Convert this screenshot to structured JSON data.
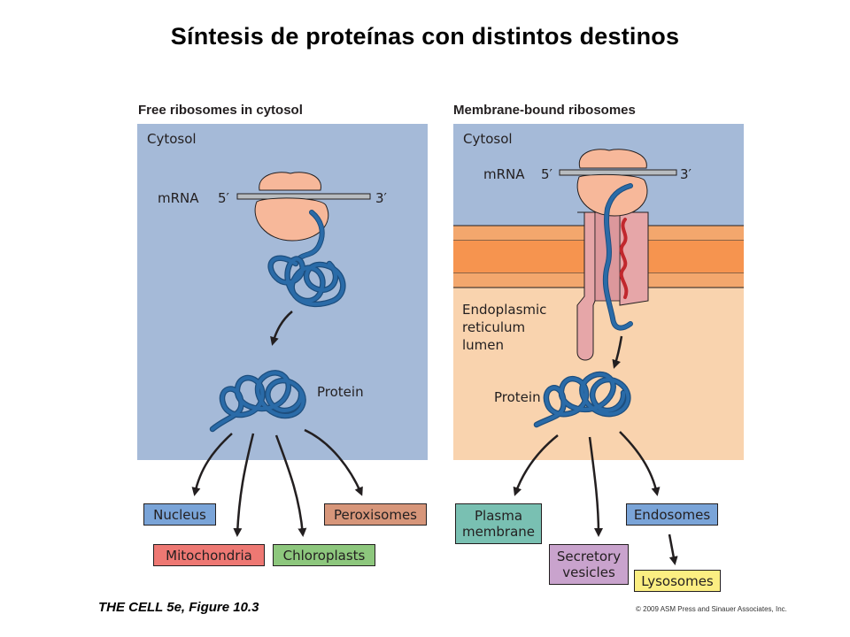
{
  "title": "Síntesis de proteínas con distintos destinos",
  "left_panel": {
    "heading": "Free ribosomes in cytosol",
    "region_label": "Cytosol",
    "mrna_label": "mRNA",
    "five_prime": "5′",
    "three_prime": "3′",
    "protein_label": "Protein",
    "destinations": [
      "Nucleus",
      "Peroxisomes",
      "Mitochondria",
      "Chloroplasts"
    ]
  },
  "right_panel": {
    "heading": "Membrane-bound ribosomes",
    "region_label": "Cytosol",
    "mrna_label": "mRNA",
    "five_prime": "5′",
    "three_prime": "3′",
    "lumen_label": [
      "Endoplasmic",
      "reticulum",
      "lumen"
    ],
    "protein_label": "Protein",
    "destinations": {
      "plasma_membrane": [
        "Plasma",
        "membrane"
      ],
      "endosomes": "Endosomes",
      "secretory_vesicles": [
        "Secretory",
        "vesicles"
      ],
      "lysosomes": "Lysosomes"
    }
  },
  "caption": "THE CELL 5e, Figure 10.3",
  "copyright": "© 2009 ASM Press and Sinauer Associates, Inc.",
  "colors": {
    "cytosol": "#a5bad8",
    "lumen": "#f9d3ae",
    "membrane": "#f3a76d",
    "ribosome": "#f7b89a",
    "translocon": "#e6a6a8",
    "chain": "#2a6ba8",
    "signal": "#c1272d",
    "nucleus": "#7aa4d8",
    "mitochondria": "#ee7873",
    "chloroplasts": "#8dc77d",
    "peroxisomes": "#d7967a",
    "plasma_membrane": "#79c0b2",
    "endosomes": "#7aa4d8",
    "secretory_vesicles": "#c9a3cd",
    "lysosomes": "#fbee82"
  }
}
